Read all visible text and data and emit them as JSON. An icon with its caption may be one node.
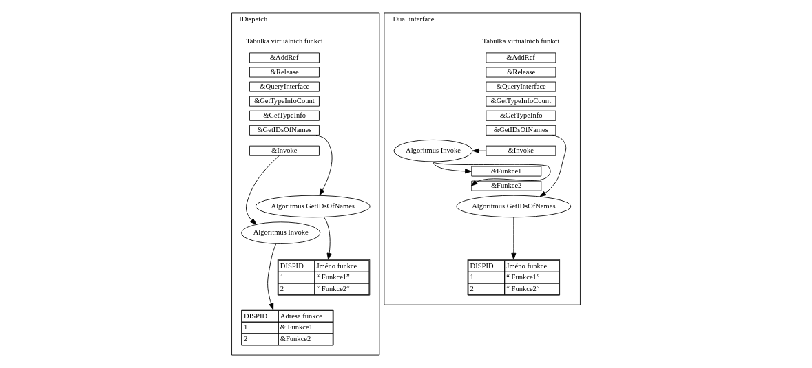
{
  "diagram": {
    "nodes": [
      {
        "text": [
          "IDispatch"
        ]
      },
      {
        "text": [
          "&AddRef"
        ],
        "in": 0
      },
      {
        "text": [
          "&Release"
        ],
        "in": 0
      },
      {
        "text": [
          "&QueryInterface"
        ],
        "in": 0
      },
      {
        "text": [
          "&GetTypeInfoCount"
        ],
        "in": 0
      },
      {
        "text": [
          "&GetTypeInfo"
        ],
        "in": 0
      },
      {
        "text": [
          "&GetIDsOfNames"
        ],
        "in": 0
      },
      {
        "text": [
          "&Invoke"
        ],
        "in": 0
      },
      {
        "text": [
          "Algoritmus GetIDsOfNames"
        ],
        "in": 0
      },
      {
        "text": [
          "Algoritmus Invoke"
        ],
        "in": 0
      },
      {
        "text": [
          "DISPID",
          "Jméno funkce",
          "1",
          "“ Funkce1”",
          "2",
          "“ Funkce2“"
        ],
        "in": 0
      },
      {
        "text": [
          "DISPID",
          "Adresa funkce",
          "1",
          "& Funkce1",
          "2",
          "&Funkce2"
        ],
        "in": 0
      },
      {
        "text": [
          "Dual interface"
        ]
      },
      {
        "text": [
          "&AddRef"
        ],
        "in": 12
      },
      {
        "text": [
          "&Release"
        ],
        "in": 12
      },
      {
        "text": [
          "&QueryInterface"
        ],
        "in": 12
      },
      {
        "text": [
          "&GetTypeInfoCount"
        ],
        "in": 12
      },
      {
        "text": [
          "&GetTypeInfo"
        ],
        "in": 12
      },
      {
        "text": [
          "&GetIDsOfNames"
        ],
        "in": 12
      },
      {
        "text": [
          "&Invoke"
        ],
        "in": 12
      },
      {
        "text": [
          "&Funkce1"
        ],
        "in": 12
      },
      {
        "text": [
          "&Funkce2"
        ],
        "in": 12
      },
      {
        "text": [
          "Algoritmus Invoke"
        ],
        "in": 12
      },
      {
        "text": [
          "Algoritmus GetIDsOfNames"
        ],
        "in": 12
      },
      {
        "text": [
          "DISPID",
          "Jméno funkce",
          "1",
          "“ Funkce1”",
          "2",
          "“ Funkce2“"
        ],
        "in": 12
      }
    ],
    "edges": [
      {
        "from": 6,
        "to": 8,
        "arrow": "to"
      },
      {
        "from": 7,
        "to": 9,
        "arrow": "to"
      },
      {
        "from": 8,
        "to": 10,
        "arrow": "to"
      },
      {
        "from": 9,
        "to": 11,
        "arrow": "to"
      },
      {
        "from": 19,
        "to": 22,
        "arrow": "to"
      },
      {
        "from": 22,
        "to": 20,
        "arrow": "to"
      },
      {
        "from": 22,
        "to": 21,
        "arrow": "to"
      },
      {
        "from": 18,
        "to": 23,
        "arrow": "to"
      },
      {
        "from": 23,
        "to": 24,
        "arrow": "to"
      }
    ],
    "labels": [
      "Tabulka virtuálních funkcí",
      "Tabulka virtuálních funkcí"
    ]
  }
}
